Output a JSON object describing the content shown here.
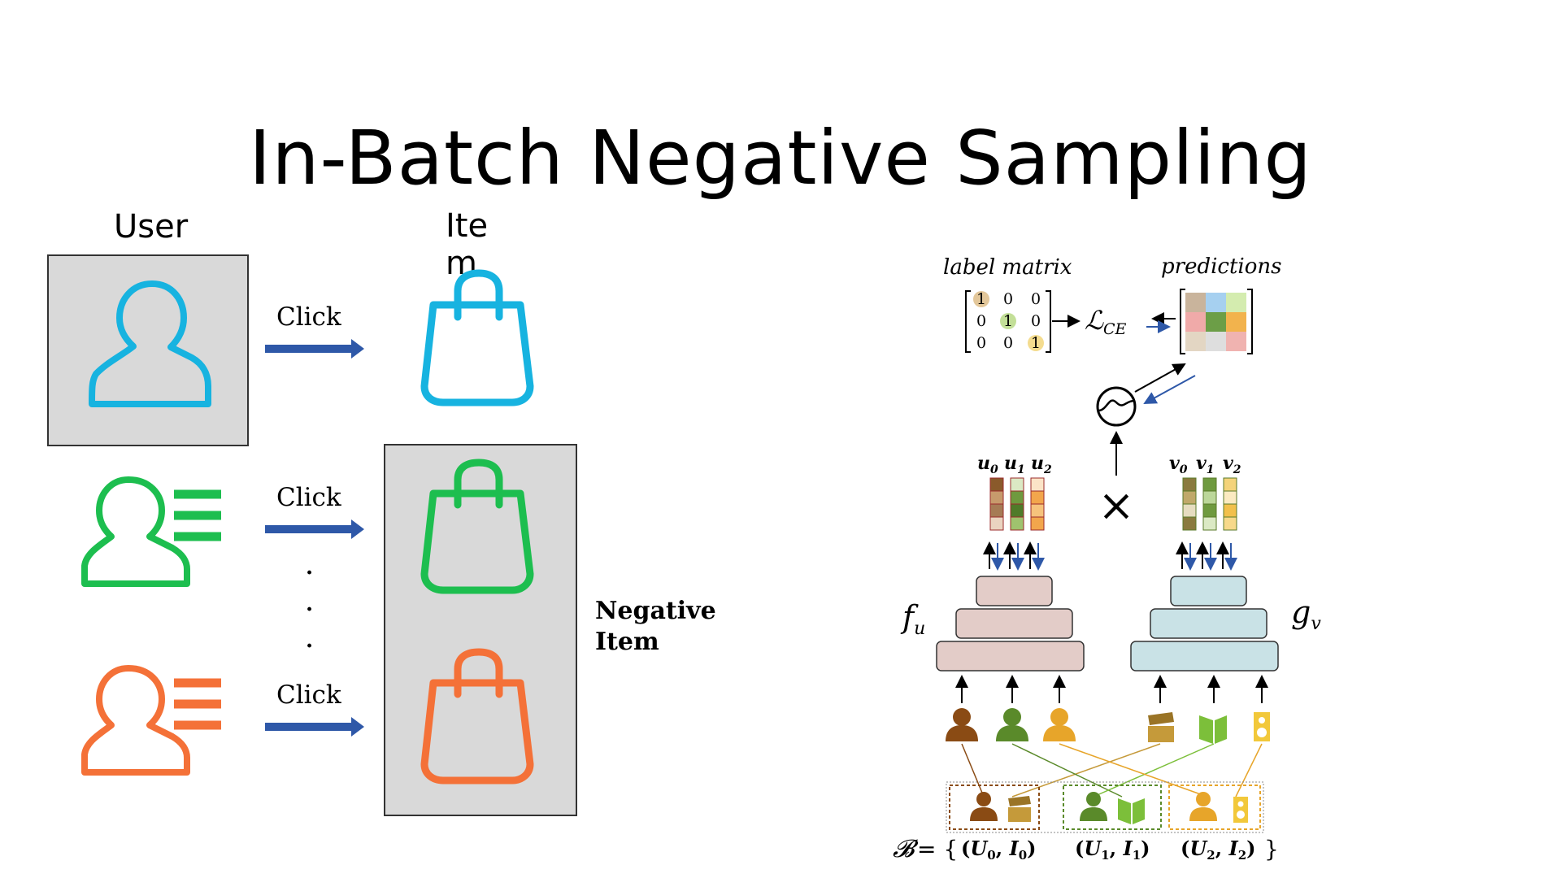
{
  "slide": {
    "title": "In-Batch Negative Sampling",
    "user_header": "User",
    "item_header": "Ite\nm",
    "click_label": "Click",
    "dots": "·",
    "negative_item_label": "Negative\nItem"
  },
  "figure": {
    "label_matrix_title": "label matrix",
    "predictions_title": "predictions",
    "label_matrix_rows": [
      [
        "1",
        "0",
        "0"
      ],
      [
        "0",
        "1",
        "0"
      ],
      [
        "0",
        "0",
        "1"
      ]
    ],
    "loss_main": "ℒ",
    "loss_sub": "CE",
    "user_vectors": [
      {
        "base": "u",
        "sub": "0"
      },
      {
        "base": "u",
        "sub": "1"
      },
      {
        "base": "u",
        "sub": "2"
      }
    ],
    "item_vectors": [
      {
        "base": "v",
        "sub": "0"
      },
      {
        "base": "v",
        "sub": "1"
      },
      {
        "base": "v",
        "sub": "2"
      }
    ],
    "user_tower_label": {
      "base": "f",
      "sub": "u"
    },
    "item_tower_label": {
      "base": "g",
      "sub": "v"
    },
    "multiply_symbol": "×",
    "batch_symbol": "𝓑",
    "batch_eq": "= {",
    "batch_close": "}",
    "pairs": [
      {
        "u": "U",
        "us": "0",
        "i": "I",
        "is": "0"
      },
      {
        "u": "U",
        "us": "1",
        "i": "I",
        "is": "1"
      },
      {
        "u": "U",
        "us": "2",
        "i": "I",
        "is": "2"
      }
    ]
  },
  "colors": {
    "blue": "#17b3e0",
    "green": "#1dbe4f",
    "orange": "#f47138",
    "arrow": "#2e58a8",
    "grey_box": "#d9d9d9",
    "brown": "#8a4b14",
    "olive": "#5a8a2a",
    "gold": "#e7a52a",
    "tower_user": "#e3ccc8",
    "tower_item": "#c9e2e6"
  },
  "icons": {
    "user": "user-icon",
    "user_list": "user-list-icon",
    "bag": "shopping-bag-icon",
    "movie": "clapperboard-icon",
    "book": "book-icon",
    "speaker": "speaker-icon"
  }
}
